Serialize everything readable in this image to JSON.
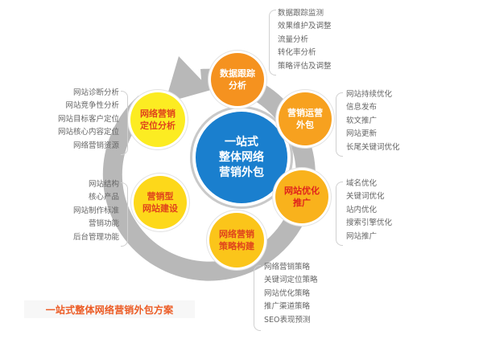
{
  "diagram": {
    "center": {
      "lines": [
        "一站式",
        "整体网络",
        "营销外包"
      ],
      "color": "#1a7fce"
    },
    "nodes": [
      {
        "id": "data-tracking",
        "lines": [
          "数据跟踪",
          "分析"
        ],
        "color": "#f5921f",
        "text_color": "#ffffff",
        "items": [
          "数据跟踪监测",
          "效果维护及调整",
          "流量分析",
          "转化率分析",
          "策略评估及调整"
        ]
      },
      {
        "id": "operations-outsourcing",
        "lines": [
          "营销运营",
          "外包"
        ],
        "color": "#f7a11f",
        "text_color": "#ffffff",
        "items": [
          "网站持续优化",
          "信息发布",
          "软文推广",
          "网站更新",
          "长尾关键词优化"
        ]
      },
      {
        "id": "site-optimization",
        "lines": [
          "网站优化",
          "推广"
        ],
        "color": "#f9b21c",
        "text_color": "#e0241c",
        "items": [
          "域名优化",
          "关键词优化",
          "站内优化",
          "搜索引擎优化",
          "网站推广"
        ]
      },
      {
        "id": "strategy-building",
        "lines": [
          "网络营销",
          "策略构建"
        ],
        "color": "#fbc51a",
        "text_color": "#e0441c",
        "items": [
          "网络营销策略",
          "关键词定位策略",
          "网站优化策略",
          "推广渠道策略",
          "SEO表现预测"
        ]
      },
      {
        "id": "site-building",
        "lines": [
          "营销型",
          "网站建设"
        ],
        "color": "#fdd81a",
        "text_color": "#e0441c",
        "items": [
          "网站结构",
          "核心产品",
          "网站制作标准",
          "营销功能",
          "后台管理功能"
        ]
      },
      {
        "id": "positioning-analysis",
        "lines": [
          "网络营销",
          "定位分析"
        ],
        "color": "#fcec22",
        "text_color": "#e0441c",
        "items": [
          "网站诊断分析",
          "网站竞争性分析",
          "网站目标客户定位",
          "网站核心内容定位",
          "网络营销资源"
        ]
      }
    ],
    "cycle_ring_color": "#b5b5b5",
    "caption": "一站式整体网络营销外包方案",
    "caption_color": "#ec5b24"
  }
}
